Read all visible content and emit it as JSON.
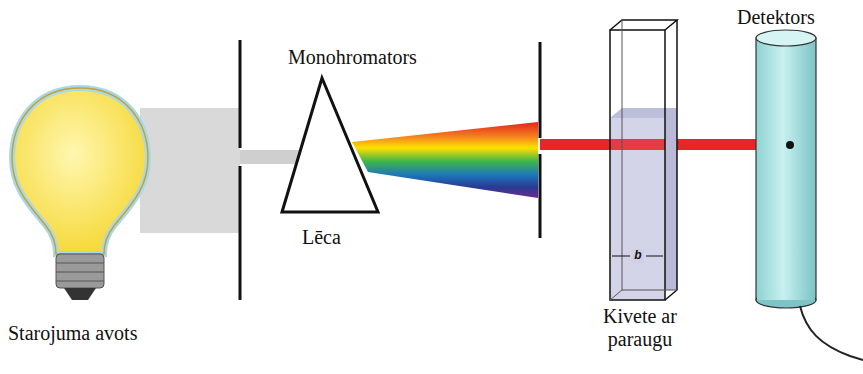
{
  "diagram": {
    "labels": [
      "Detektors",
      "Monohromators",
      "Lēca",
      "Starojuma avots",
      "Kivete ar paraugu",
      "b"
    ]
  }
}
